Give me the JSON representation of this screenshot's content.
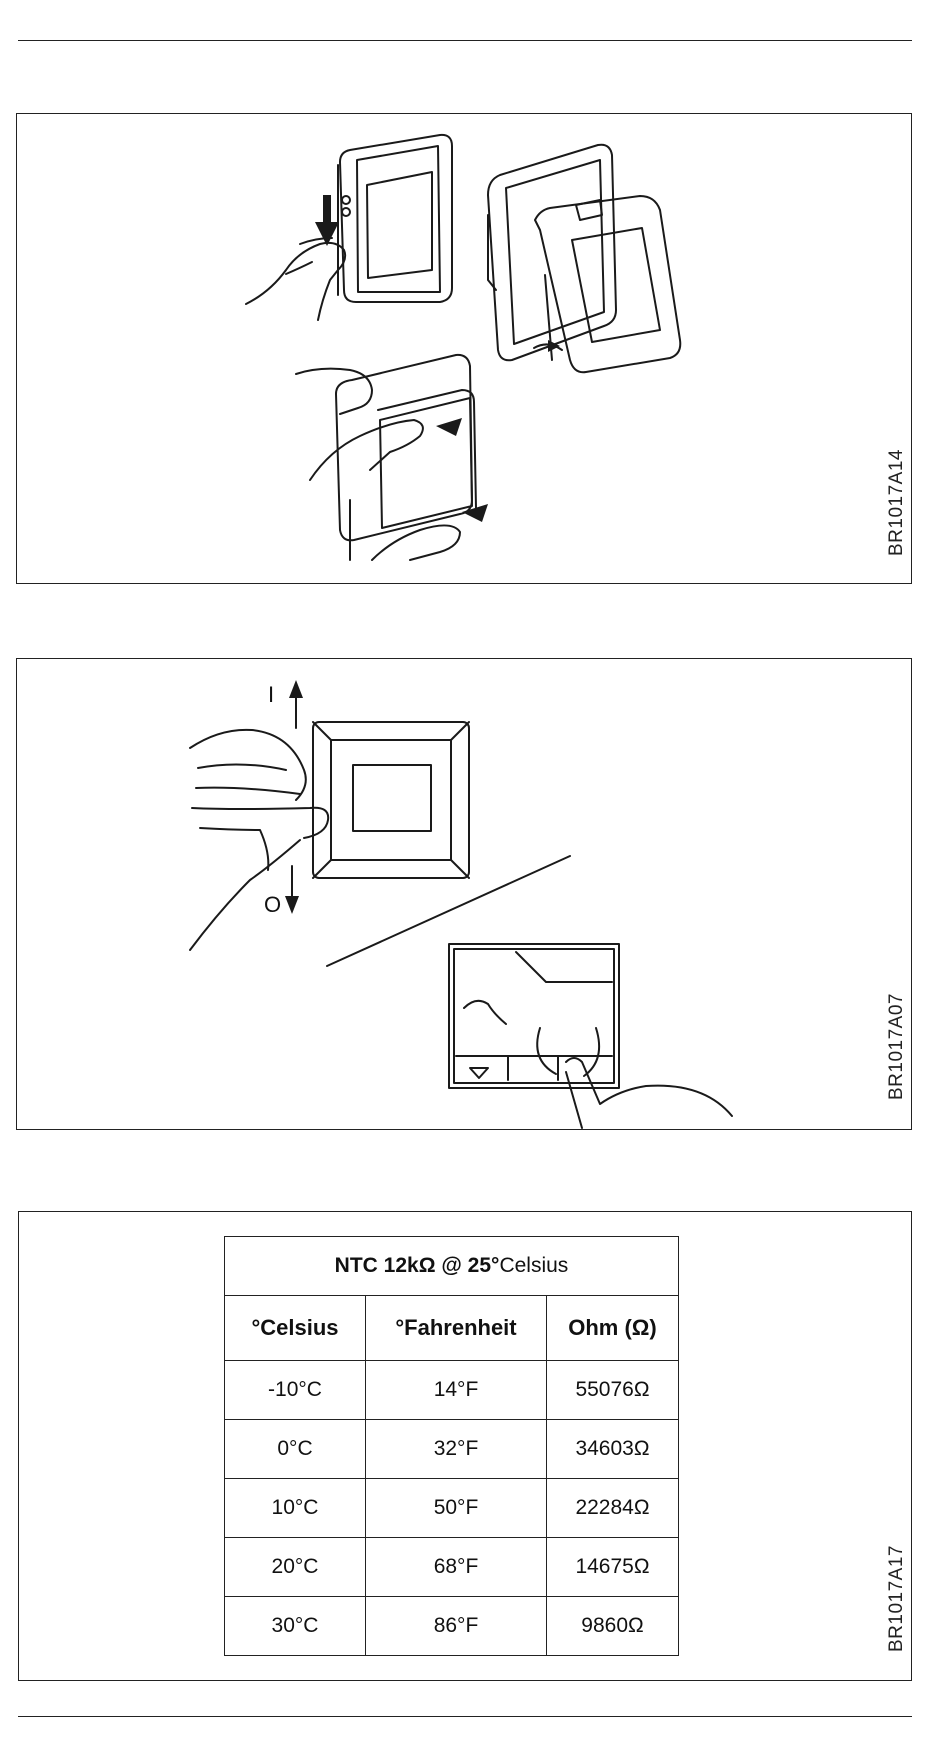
{
  "figures": [
    {
      "code": "BR1017A14"
    },
    {
      "code": "BR1017A07",
      "labels": {
        "on": "I",
        "off": "O"
      }
    },
    {
      "code": "BR1017A17"
    }
  ],
  "ntc_table": {
    "title_bold": "NTC 12kΩ @ 25°",
    "title_light": "Celsius",
    "headers": [
      "°Celsius",
      "°Fahrenheit",
      "Ohm (Ω)"
    ],
    "rows": [
      [
        "-10°C",
        "14°F",
        "55076Ω"
      ],
      [
        "0°C",
        "32°F",
        "34603Ω"
      ],
      [
        "10°C",
        "50°F",
        "22284Ω"
      ],
      [
        "20°C",
        "68°F",
        "14675Ω"
      ],
      [
        "30°C",
        "86°F",
        "9860Ω"
      ]
    ]
  }
}
